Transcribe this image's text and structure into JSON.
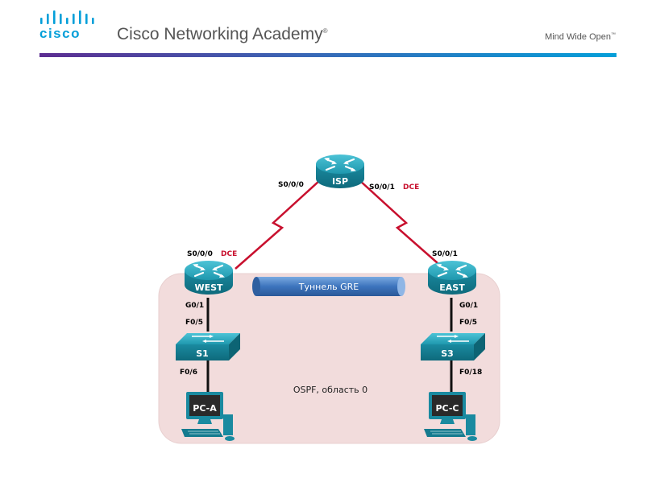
{
  "header": {
    "logo_text": "cisco",
    "academy_name": "Cisco Networking Academy",
    "academy_mark": "®",
    "tagline": "Mind Wide Open",
    "tagline_mark": "™"
  },
  "devices": {
    "isp": "ISP",
    "west": "WEST",
    "east": "EAST",
    "s1": "S1",
    "s3": "S3",
    "pc_a": "PC-A",
    "pc_c": "PC-C"
  },
  "interfaces": {
    "isp_s000": "S0/0/0",
    "isp_s001": "S0/0/1",
    "isp_dce": "DCE",
    "west_s000": "S0/0/0",
    "west_dce": "DCE",
    "east_s001": "S0/0/1",
    "west_g01": "G0/1",
    "s1_f05": "F0/5",
    "s1_f06": "F0/6",
    "east_g01": "G0/1",
    "s3_f05": "F0/5",
    "s3_f018": "F0/18"
  },
  "tunnel_label": "Туннель GRE",
  "area_label": "OSPF, область 0",
  "colors": {
    "device_teal": "#1a8aa0",
    "serial_link": "#c8102e",
    "area_fill": "#f2dcdc",
    "tunnel_fill": "#4a7fc1",
    "cisco_blue": "#049fd9"
  }
}
